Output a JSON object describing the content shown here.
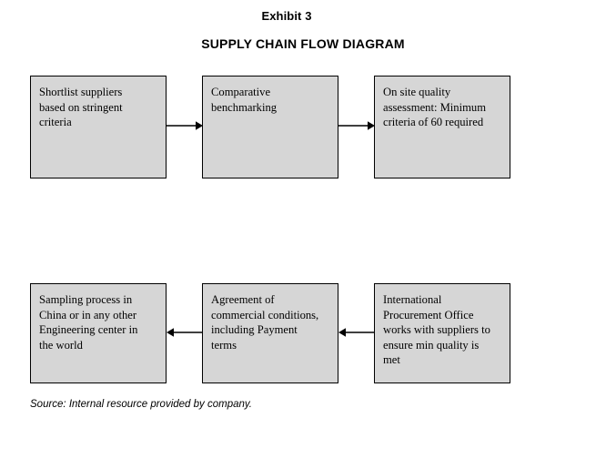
{
  "header": {
    "exhibit_label": "Exhibit 3",
    "diagram_title": "SUPPLY CHAIN FLOW DIAGRAM"
  },
  "colors": {
    "box_fill": "#d6d6d6",
    "box_border": "#000000",
    "arrow": "#000000",
    "background": "#ffffff",
    "text": "#000000"
  },
  "diagram": {
    "type": "flowchart",
    "rows": 2,
    "boxes_per_row": 3,
    "row1_flow_direction": "left-to-right",
    "row2_flow_direction": "right-to-left",
    "boxes": [
      {
        "id": "box-1",
        "row": 1,
        "order": 1,
        "text": "Shortlist suppliers\nbased on stringent\ncriteria"
      },
      {
        "id": "box-2",
        "row": 1,
        "order": 2,
        "text": "Comparative\nbenchmarking"
      },
      {
        "id": "box-3",
        "row": 1,
        "order": 3,
        "text": "On site quality\nassessment: Minimum\ncriteria of 60 required"
      },
      {
        "id": "box-4",
        "row": 2,
        "order": 6,
        "text": "Sampling process in\nChina or in any other\nEngineering center in\nthe world"
      },
      {
        "id": "box-5",
        "row": 2,
        "order": 5,
        "text": "Agreement of\ncommercial conditions,\nincluding Payment\nterms"
      },
      {
        "id": "box-6",
        "row": 2,
        "order": 4,
        "text": "International\nProcurement Office\nworks with suppliers to\nensure min quality is\nmet"
      }
    ],
    "arrows": [
      {
        "id": "arrow-1",
        "from": "box-1",
        "to": "box-2",
        "direction": "right"
      },
      {
        "id": "arrow-2",
        "from": "box-2",
        "to": "box-3",
        "direction": "right"
      },
      {
        "id": "arrow-3",
        "from": "box-5",
        "to": "box-4",
        "direction": "left"
      },
      {
        "id": "arrow-4",
        "from": "box-6",
        "to": "box-5",
        "direction": "left"
      }
    ]
  },
  "footer": {
    "source": "Source: Internal resource provided by company."
  }
}
